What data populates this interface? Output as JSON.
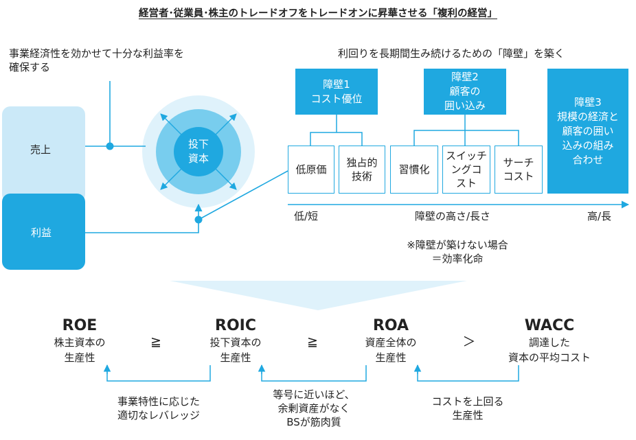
{
  "title": "経営者･従業員･株主のトレードオフをトレードオンに昇華させる「複利の経営」",
  "left": {
    "caption_lines": [
      "事業経済性を効かせて十分な利益率を",
      "確保する"
    ],
    "sales_label": "売上",
    "profit_label": "利益",
    "capital_lines": [
      "投下",
      "資本"
    ]
  },
  "barriers": {
    "heading": "利回りを長期間生み続けるための「障壁」を築く",
    "barrier1": [
      "障壁1",
      "コスト優位"
    ],
    "barrier2": [
      "障壁2",
      "顧客の",
      "囲い込み"
    ],
    "barrier3": [
      "障壁3",
      "規模の経済と",
      "顧客の囲い",
      "込みの組み",
      "合わせ"
    ],
    "low_cost": [
      "低原価"
    ],
    "monopoly": [
      "独占的",
      "技術"
    ],
    "habit": [
      "習慣化"
    ],
    "switching": [
      "スイッチ",
      "ングコ",
      "スト"
    ],
    "search": [
      "サーチ",
      "コスト"
    ],
    "axis_low": "低/短",
    "axis_mid": "障壁の高さ/長さ",
    "axis_high": "高/長",
    "note_lines": [
      "※障壁が築けない場合",
      "＝効率化命"
    ]
  },
  "metrics": {
    "roe": {
      "name": "ROE",
      "desc": [
        "株主資本の",
        "生産性"
      ]
    },
    "roic": {
      "name": "ROIC",
      "desc": [
        "投下資本の",
        "生産性"
      ]
    },
    "roa": {
      "name": "ROA",
      "desc": [
        "資産全体の",
        "生産性"
      ]
    },
    "wacc": {
      "name": "WACC",
      "desc": [
        "調達した",
        "資本の平均コスト"
      ]
    },
    "op1": "≧",
    "op2": "≧",
    "op3": "＞",
    "note1": [
      "事業特性に応じた",
      "適切なレバレッジ"
    ],
    "note2": [
      "等号に近いほど、",
      "余剰資産がなく",
      "BSが筋肉質"
    ],
    "note3": [
      "コストを上回る",
      "生産性"
    ]
  },
  "colors": {
    "accent": "#1fa8e0",
    "light": "#cbe9f8",
    "mid": "#78cdee",
    "pale": "#dff2fb"
  }
}
